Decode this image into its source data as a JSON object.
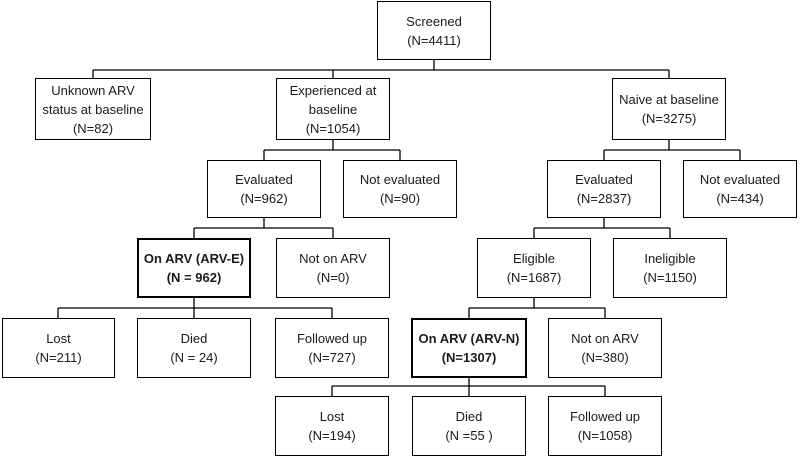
{
  "nodes": {
    "screened": {
      "l1": "Screened",
      "l2": "(N=4411)"
    },
    "unknown": {
      "l1": "Unknown ARV",
      "l2": "status at baseline",
      "l3": "(N=82)"
    },
    "experienced": {
      "l1": "Experienced at",
      "l2": "baseline",
      "l3": "(N=1054)"
    },
    "naive": {
      "l1": "Naive at baseline",
      "l2": "(N=3275)"
    },
    "exp_evaluated": {
      "l1": "Evaluated",
      "l2": "(N=962)"
    },
    "exp_not_evaluated": {
      "l1": "Not evaluated",
      "l2": "(N=90)"
    },
    "naive_evaluated": {
      "l1": "Evaluated",
      "l2": "(N=2837)"
    },
    "naive_not_evaluated": {
      "l1": "Not evaluated",
      "l2": "(N=434)"
    },
    "arv_e": {
      "l1": "On ARV (ARV-E)",
      "l2": "(N = 962)"
    },
    "exp_not_on_arv": {
      "l1": "Not on ARV",
      "l2": "(N=0)"
    },
    "eligible": {
      "l1": "Eligible",
      "l2": "(N=1687)"
    },
    "ineligible": {
      "l1": "Ineligible",
      "l2": "(N=1150)"
    },
    "e_lost": {
      "l1": "Lost",
      "l2": "(N=211)"
    },
    "e_died": {
      "l1": "Died",
      "l2": "(N = 24)"
    },
    "e_followed": {
      "l1": "Followed up",
      "l2": "(N=727)"
    },
    "arv_n": {
      "l1": "On ARV (ARV-N)",
      "l2": "(N=1307)"
    },
    "naive_not_on_arv": {
      "l1": "Not on ARV",
      "l2": "(N=380)"
    },
    "n_lost": {
      "l1": "Lost",
      "l2": "(N=194)"
    },
    "n_died": {
      "l1": "Died",
      "l2": "(N =55 )"
    },
    "n_followed": {
      "l1": "Followed up",
      "l2": "(N=1058)"
    }
  }
}
